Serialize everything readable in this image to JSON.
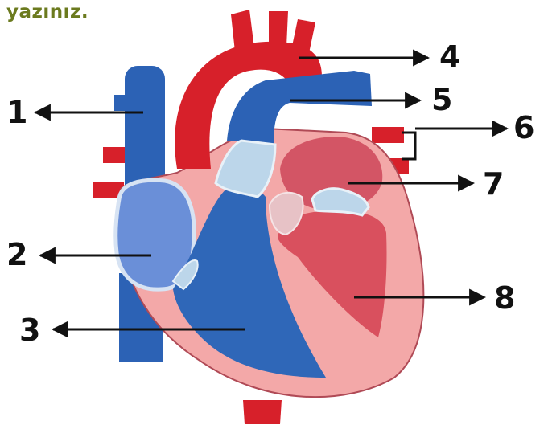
{
  "header": {
    "title": "yazınız."
  },
  "labels": [
    "1",
    "2",
    "3",
    "4",
    "5",
    "6",
    "7",
    "8"
  ],
  "colors": {
    "artery_red": "#d7202a",
    "vein_blue": "#2c62b5",
    "heart_pink": "#f1a0a0",
    "chamber_red": "#d9505e",
    "valve_light": "#bcd6ea"
  }
}
